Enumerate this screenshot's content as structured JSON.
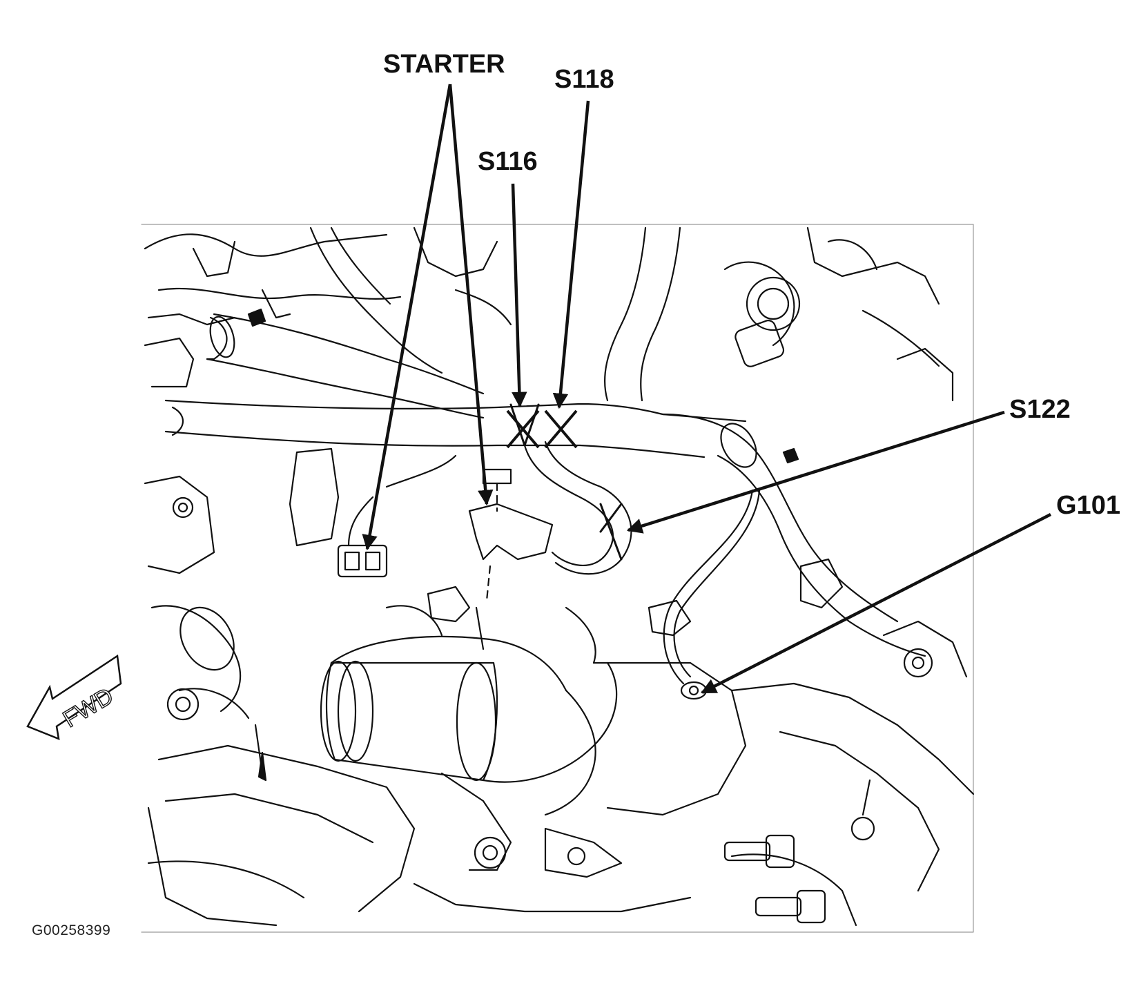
{
  "callouts": {
    "starter": "STARTER",
    "s118": "S118",
    "s116": "S116",
    "s122": "S122",
    "g101": "G101"
  },
  "direction_arrow": "FWD",
  "figure_id": "G00258399",
  "colors": {
    "line": "#111111",
    "background": "#ffffff"
  }
}
